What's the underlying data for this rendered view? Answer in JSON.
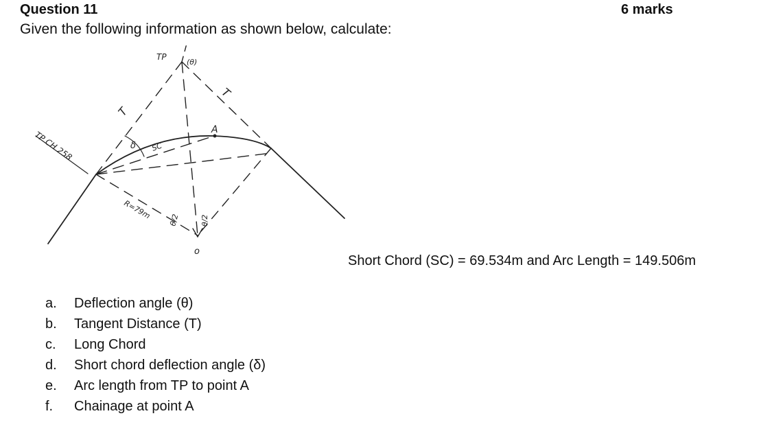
{
  "question": {
    "title": "Question 11",
    "marks": "6 marks",
    "intro": "Given the following information as shown below, calculate:"
  },
  "figure": {
    "labels": {
      "tp_top": "TP",
      "theta_top": "(θ)",
      "t_left": "T",
      "t_right": "T",
      "point_a": "A",
      "chainage": "TP CH 258",
      "sc": "SC",
      "delta": "δ",
      "radius": "R=79m",
      "theta_half_left": "θ/2",
      "theta_half_right": "θ/2",
      "centre": "o"
    }
  },
  "given": "Short Chord (SC) = 69.534m and Arc Length = 149.506m",
  "parts": [
    {
      "letter": "a.",
      "text": "Deflection angle (θ)"
    },
    {
      "letter": "b.",
      "text": "Tangent Distance (T)"
    },
    {
      "letter": "c.",
      "text": "Long Chord"
    },
    {
      "letter": "d.",
      "text": "Short chord deflection angle (δ)"
    },
    {
      "letter": "e.",
      "text": "Arc length from TP to point A"
    },
    {
      "letter": "f.",
      "text": "Chainage at point A"
    }
  ]
}
